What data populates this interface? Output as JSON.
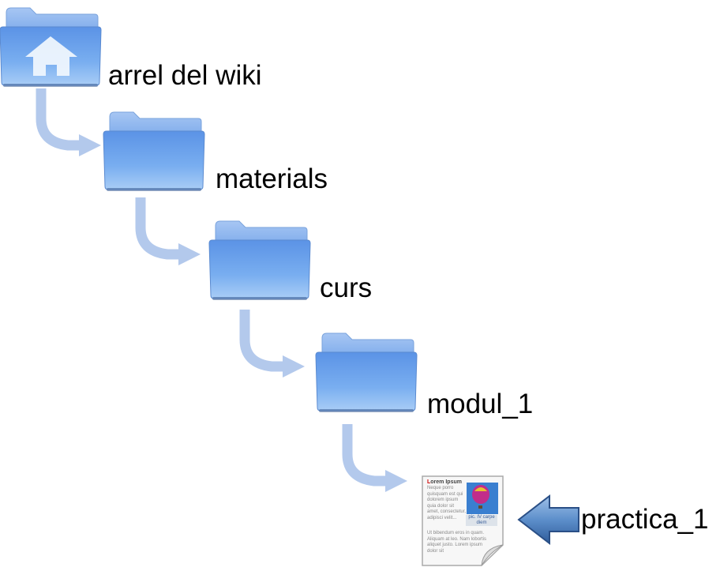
{
  "nodes": [
    {
      "label": "arrel del wiki",
      "icon": "home-folder-icon"
    },
    {
      "label": "materials",
      "icon": "folder-icon"
    },
    {
      "label": "curs",
      "icon": "folder-icon"
    },
    {
      "label": "modul_1",
      "icon": "folder-icon"
    },
    {
      "label": "practica_1",
      "icon": "document-icon"
    }
  ],
  "document_icon": {
    "title": "Lorem Ipsum",
    "text": "Neque porro quisquam est qui dolorem ipsum quia dolor sit amet, consectetur, adipisci velit...",
    "caption": "pic. IV carpe diem",
    "text2": "Ut bibendum eros in quam. Aliquam at leo. Nam lobortis aliquet justo. Lorem ipsum dolor sit"
  },
  "colors": {
    "folder": "#6fa3ec",
    "arrow": "#b3c9ec",
    "pointer": "#4a7fc0"
  }
}
